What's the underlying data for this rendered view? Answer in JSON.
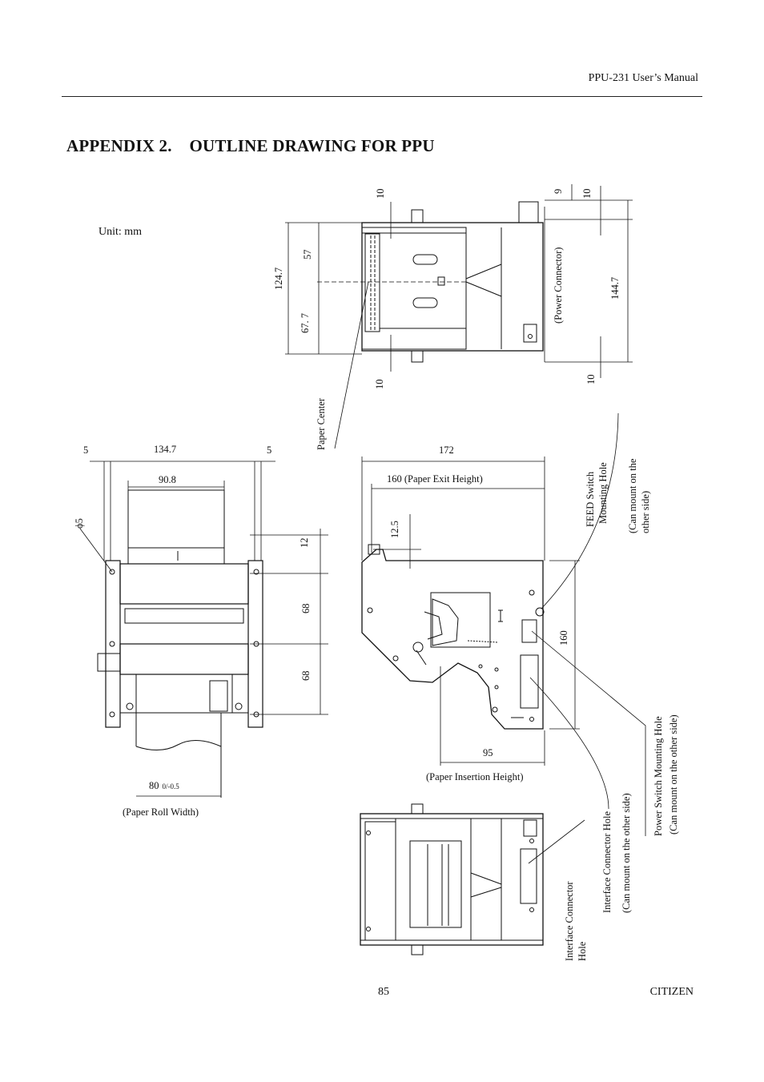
{
  "header": {
    "manual_title": "PPU-231 User’s Manual"
  },
  "title": "APPENDIX 2.    OUTLINE DRAWING FOR PPU",
  "unit_note": "Unit: mm",
  "footer": {
    "page_number": "85",
    "brand": "CITIZEN"
  },
  "drawing": {
    "front_view": {
      "dim_left_margin": "5",
      "dim_width": "134.7",
      "dim_right_margin": "5",
      "dim_paper_area": "90.8",
      "dim_hole": "ϕ5",
      "dim_top": "12",
      "dim_mid1": "68",
      "dim_mid2": "68",
      "dim_roll_width_main": "80",
      "dim_roll_width_tol": "0/-0.5",
      "roll_width_label": "(Paper Roll Width)"
    },
    "top_view": {
      "dim_top_offset": "10",
      "dim_total_height": "124.7",
      "dim_upper": "57",
      "dim_lower": "67. 7",
      "dim_bottom_offset": "10",
      "dim_connector_9": "9",
      "dim_connector_10a": "10",
      "dim_connector_10b": "10",
      "dim_overall": "144.7",
      "power_connector_label": "(Power Connector)",
      "paper_center_label": "Paper Center"
    },
    "side_view": {
      "dim_length": "172",
      "dim_exit_height": "160 (Paper Exit Height)",
      "dim_exit_offset": "12.5",
      "dim_height": "160",
      "dim_insertion": "95",
      "insertion_label": "(Paper Insertion Height)",
      "feed_switch_line1": "FEED Switch",
      "feed_switch_line2": "Mounting Hole",
      "feed_switch_note1": "(Can mount on the",
      "feed_switch_note2": "other side)",
      "power_switch_line1": "Power Switch Mounting Hole",
      "power_switch_line2": "(Can mount on the other side)",
      "interface_line1": "Interface Connector Hole",
      "interface_line2": "(Can mount on the other side)"
    },
    "bottom_view": {
      "interface_hole_line1": "Interface Connector",
      "interface_hole_line2": "Hole"
    }
  }
}
